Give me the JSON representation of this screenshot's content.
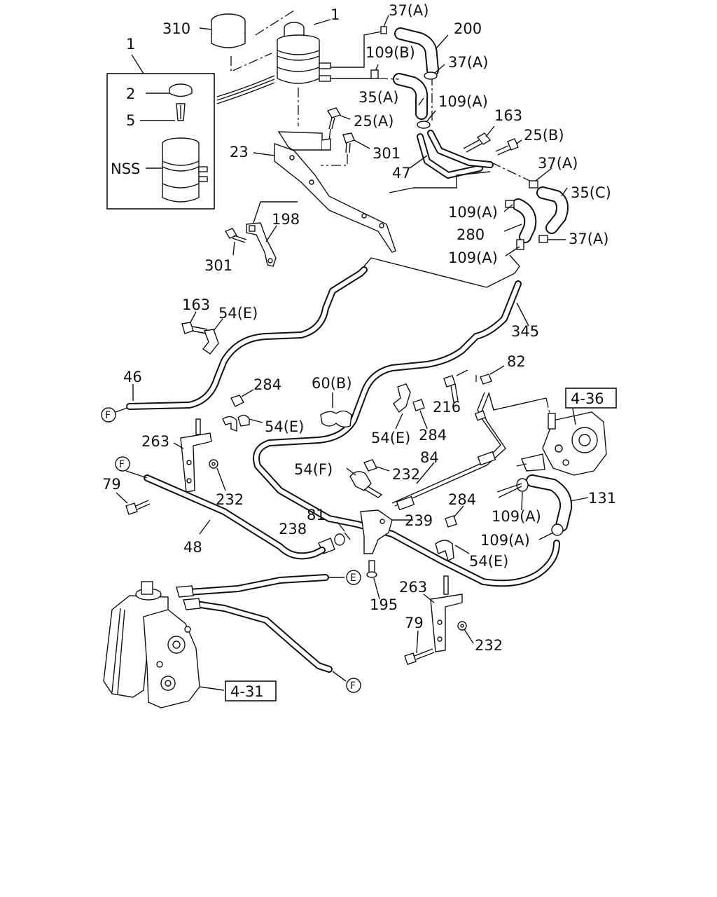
{
  "callouts": [
    {
      "id": "l-310",
      "text": "310"
    },
    {
      "id": "l-1a",
      "text": "1"
    },
    {
      "id": "l-1b",
      "text": "1"
    },
    {
      "id": "l-2",
      "text": "2"
    },
    {
      "id": "l-5",
      "text": "5"
    },
    {
      "id": "l-nss",
      "text": "NSS"
    },
    {
      "id": "l-37a1",
      "text": "37(A)"
    },
    {
      "id": "l-200",
      "text": "200"
    },
    {
      "id": "l-109b",
      "text": "109(B)"
    },
    {
      "id": "l-37a2",
      "text": "37(A)"
    },
    {
      "id": "l-35a",
      "text": "35(A)"
    },
    {
      "id": "l-109a1",
      "text": "109(A)"
    },
    {
      "id": "l-25a",
      "text": "25(A)"
    },
    {
      "id": "l-163a",
      "text": "163"
    },
    {
      "id": "l-25b",
      "text": "25(B)"
    },
    {
      "id": "l-23",
      "text": "23"
    },
    {
      "id": "l-301a",
      "text": "301"
    },
    {
      "id": "l-47",
      "text": "47"
    },
    {
      "id": "l-37a3",
      "text": "37(A)"
    },
    {
      "id": "l-35c",
      "text": "35(C)"
    },
    {
      "id": "l-109a2",
      "text": "109(A)"
    },
    {
      "id": "l-280",
      "text": "280"
    },
    {
      "id": "l-37a4",
      "text": "37(A)"
    },
    {
      "id": "l-109a3",
      "text": "109(A)"
    },
    {
      "id": "l-198",
      "text": "198"
    },
    {
      "id": "l-301b",
      "text": "301"
    },
    {
      "id": "l-163b",
      "text": "163"
    },
    {
      "id": "l-54e1",
      "text": "54(E)"
    },
    {
      "id": "l-345",
      "text": "345"
    },
    {
      "id": "l-46",
      "text": "46"
    },
    {
      "id": "l-82",
      "text": "82"
    },
    {
      "id": "l-284a",
      "text": "284"
    },
    {
      "id": "l-60b",
      "text": "60(B)"
    },
    {
      "id": "l-216",
      "text": "216"
    },
    {
      "id": "l-54e2",
      "text": "54(E)"
    },
    {
      "id": "l-54e3",
      "text": "54(E)"
    },
    {
      "id": "l-284b",
      "text": "284"
    },
    {
      "id": "l-263a",
      "text": "263"
    },
    {
      "id": "l-84",
      "text": "84"
    },
    {
      "id": "l-54f",
      "text": "54(F)"
    },
    {
      "id": "l-232a",
      "text": "232"
    },
    {
      "id": "l-79a",
      "text": "79"
    },
    {
      "id": "l-232b",
      "text": "232"
    },
    {
      "id": "l-284c",
      "text": "284"
    },
    {
      "id": "l-131",
      "text": "131"
    },
    {
      "id": "l-81",
      "text": "81"
    },
    {
      "id": "l-239",
      "text": "239"
    },
    {
      "id": "l-109a4",
      "text": "109(A)"
    },
    {
      "id": "l-238",
      "text": "238"
    },
    {
      "id": "l-109a5",
      "text": "109(A)"
    },
    {
      "id": "l-48",
      "text": "48"
    },
    {
      "id": "l-54e4",
      "text": "54(E)"
    },
    {
      "id": "l-263b",
      "text": "263"
    },
    {
      "id": "l-195",
      "text": "195"
    },
    {
      "id": "l-79b",
      "text": "79"
    },
    {
      "id": "l-232c",
      "text": "232"
    }
  ],
  "refs": [
    {
      "id": "ref-436",
      "text": "4-36"
    },
    {
      "id": "ref-431",
      "text": "4-31"
    }
  ],
  "connectors": [
    {
      "id": "c-f1",
      "text": "F"
    },
    {
      "id": "c-f2",
      "text": "F"
    },
    {
      "id": "c-e",
      "text": "E"
    },
    {
      "id": "c-f3",
      "text": "F"
    }
  ]
}
